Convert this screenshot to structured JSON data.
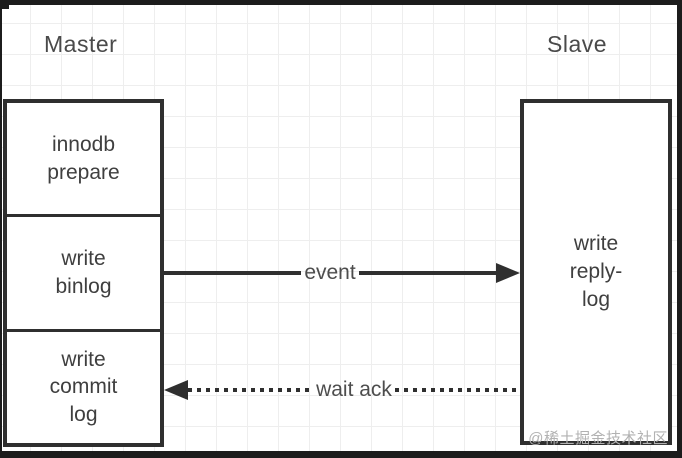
{
  "titles": {
    "master": "Master",
    "slave": "Slave"
  },
  "master_box": {
    "steps": [
      {
        "label": "innodb\nprepare"
      },
      {
        "label": "write\nbinlog"
      },
      {
        "label": "write\ncommit\nlog"
      }
    ]
  },
  "slave_box": {
    "label": "write\nreply-\nlog"
  },
  "arrows": {
    "event": {
      "label": "event",
      "style": "solid",
      "direction": "master-to-slave"
    },
    "wait_ack": {
      "label": "wait ack",
      "style": "dotted",
      "direction": "slave-to-master"
    }
  },
  "watermark": {
    "text": "@稀土掘金技术社区"
  },
  "colors": {
    "line": "#2f2f2f",
    "node_border": "#2f2f2f",
    "text": "#3f3f3f",
    "grid": "#eeeeee",
    "frame": "#1c1c1c",
    "watermark": "#b2b2b2",
    "background": "#ffffff"
  }
}
